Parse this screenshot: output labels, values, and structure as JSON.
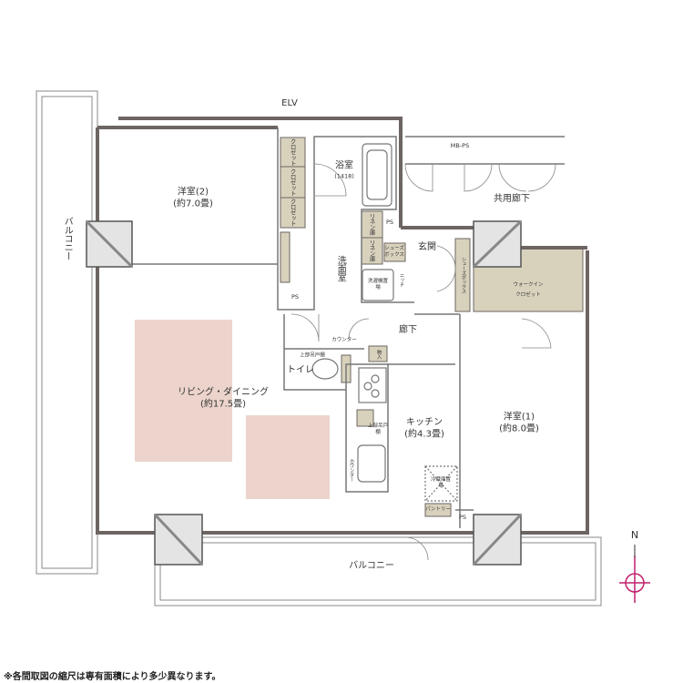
{
  "plan": {
    "elevator": "ELV",
    "mb_ps": "MB-PS",
    "common_corridor": "共用廊下",
    "balcony_left": "バルコニー",
    "balcony_bottom": "バルコニー",
    "western_room_2": {
      "name": "洋室(2)",
      "size": "(約7.0畳)"
    },
    "western_room_1": {
      "name": "洋室(1)",
      "size": "(約8.0畳)"
    },
    "living_dining": {
      "name": "リビング・ダイニング",
      "size": "(約17.5畳)"
    },
    "kitchen": {
      "name": "キッチン",
      "size": "(約4.3畳)"
    },
    "bathroom": {
      "name": "浴室",
      "size": "(1418)"
    },
    "washroom": "洗面室",
    "entrance": "玄関",
    "hallway": "廊下",
    "toilet": "トイレ",
    "closets": [
      "クロゼット",
      "クロゼット",
      "クロゼット"
    ],
    "linen": [
      "リネン庫",
      "リネン庫"
    ],
    "shoes_box_small": "シューズボックス",
    "shoes_box_large": "シューズボックス",
    "laundry": "洗濯機置場",
    "niche": "ニッチ",
    "ps": [
      "PS",
      "PS",
      "PS"
    ],
    "walk_in_closet": [
      "ウォークイン",
      "クロゼット"
    ],
    "counter_top": "カウンター",
    "counter_kitchen": "カウンター",
    "upper_cabinet_toilet": "上部吊戸棚",
    "upper_cabinet_kitchen": "上部吊戸棚",
    "storage": "物入",
    "fridge": "冷蔵庫置場",
    "pantry": "パントリー",
    "compass": "N"
  },
  "colors": {
    "wall": "#6d6562",
    "storage": "#d8d2bd",
    "highlight": "#ecd4cc",
    "compass": "#c0206a"
  },
  "footnote": "※各間取図の縮尺は専有面積により多少異なります。"
}
